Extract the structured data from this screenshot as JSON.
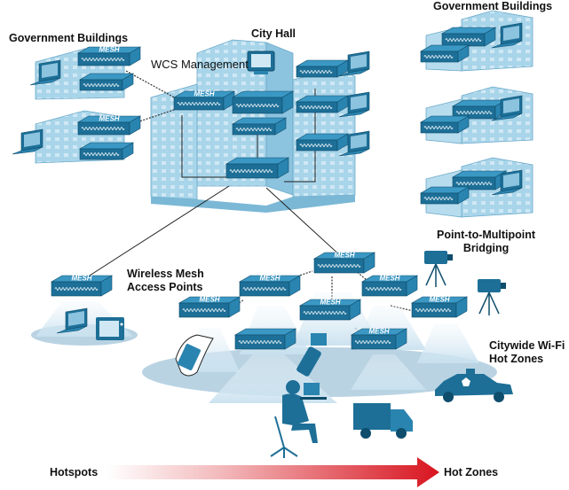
{
  "labels": {
    "gov_left": "Government Buildings",
    "gov_right": "Government Buildings",
    "city_hall": "City Hall",
    "wcs": "WCS Management",
    "p2mp_line1": "Point-to-Multipoint",
    "p2mp_line2": "Bridging",
    "wmap_line1": "Wireless Mesh",
    "wmap_line2": "Access Points",
    "wifi_line1": "Citywide Wi-Fi",
    "wifi_line2": "Hot Zones",
    "hotspots": "Hotspots",
    "hotzones": "Hot Zones"
  },
  "device_text": "MESH",
  "colors": {
    "building": "#a9d5ea",
    "building_dark": "#7bb8d6",
    "device_top": "#3b98c4",
    "device_front": "#1d6f97",
    "device_side": "#2a84b0",
    "beam": "#dcecf5",
    "ground": "#8fb6cf",
    "arrow_start": "#ffffff",
    "arrow_end": "#e0212b"
  }
}
